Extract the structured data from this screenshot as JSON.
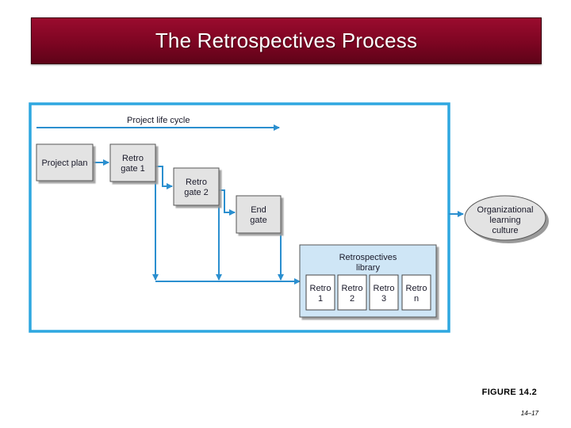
{
  "title": "The Retrospectives Process",
  "diagram": {
    "lifecycle_label": "Project life cycle",
    "project_plan": "Project plan",
    "retro_gate_1": [
      "Retro",
      "gate 1"
    ],
    "retro_gate_2": [
      "Retro",
      "gate 2"
    ],
    "end_gate": [
      "End",
      "gate"
    ],
    "library": [
      "Retrospectives",
      "library"
    ],
    "retros": [
      [
        "Retro",
        "1"
      ],
      [
        "Retro",
        "2"
      ],
      [
        "Retro",
        "3"
      ],
      [
        "Retro",
        "n"
      ]
    ],
    "org_culture": [
      "Organizational",
      "learning",
      "culture"
    ],
    "colors": {
      "frame": "#2ea7e0",
      "arrow": "#2b8fcf",
      "box_fill": "#e3e3e3",
      "library_fill": "#cfe6f6",
      "title_bar": "#7d0522"
    }
  },
  "figure_label": "FIGURE 14.2",
  "page_number": "14–17"
}
